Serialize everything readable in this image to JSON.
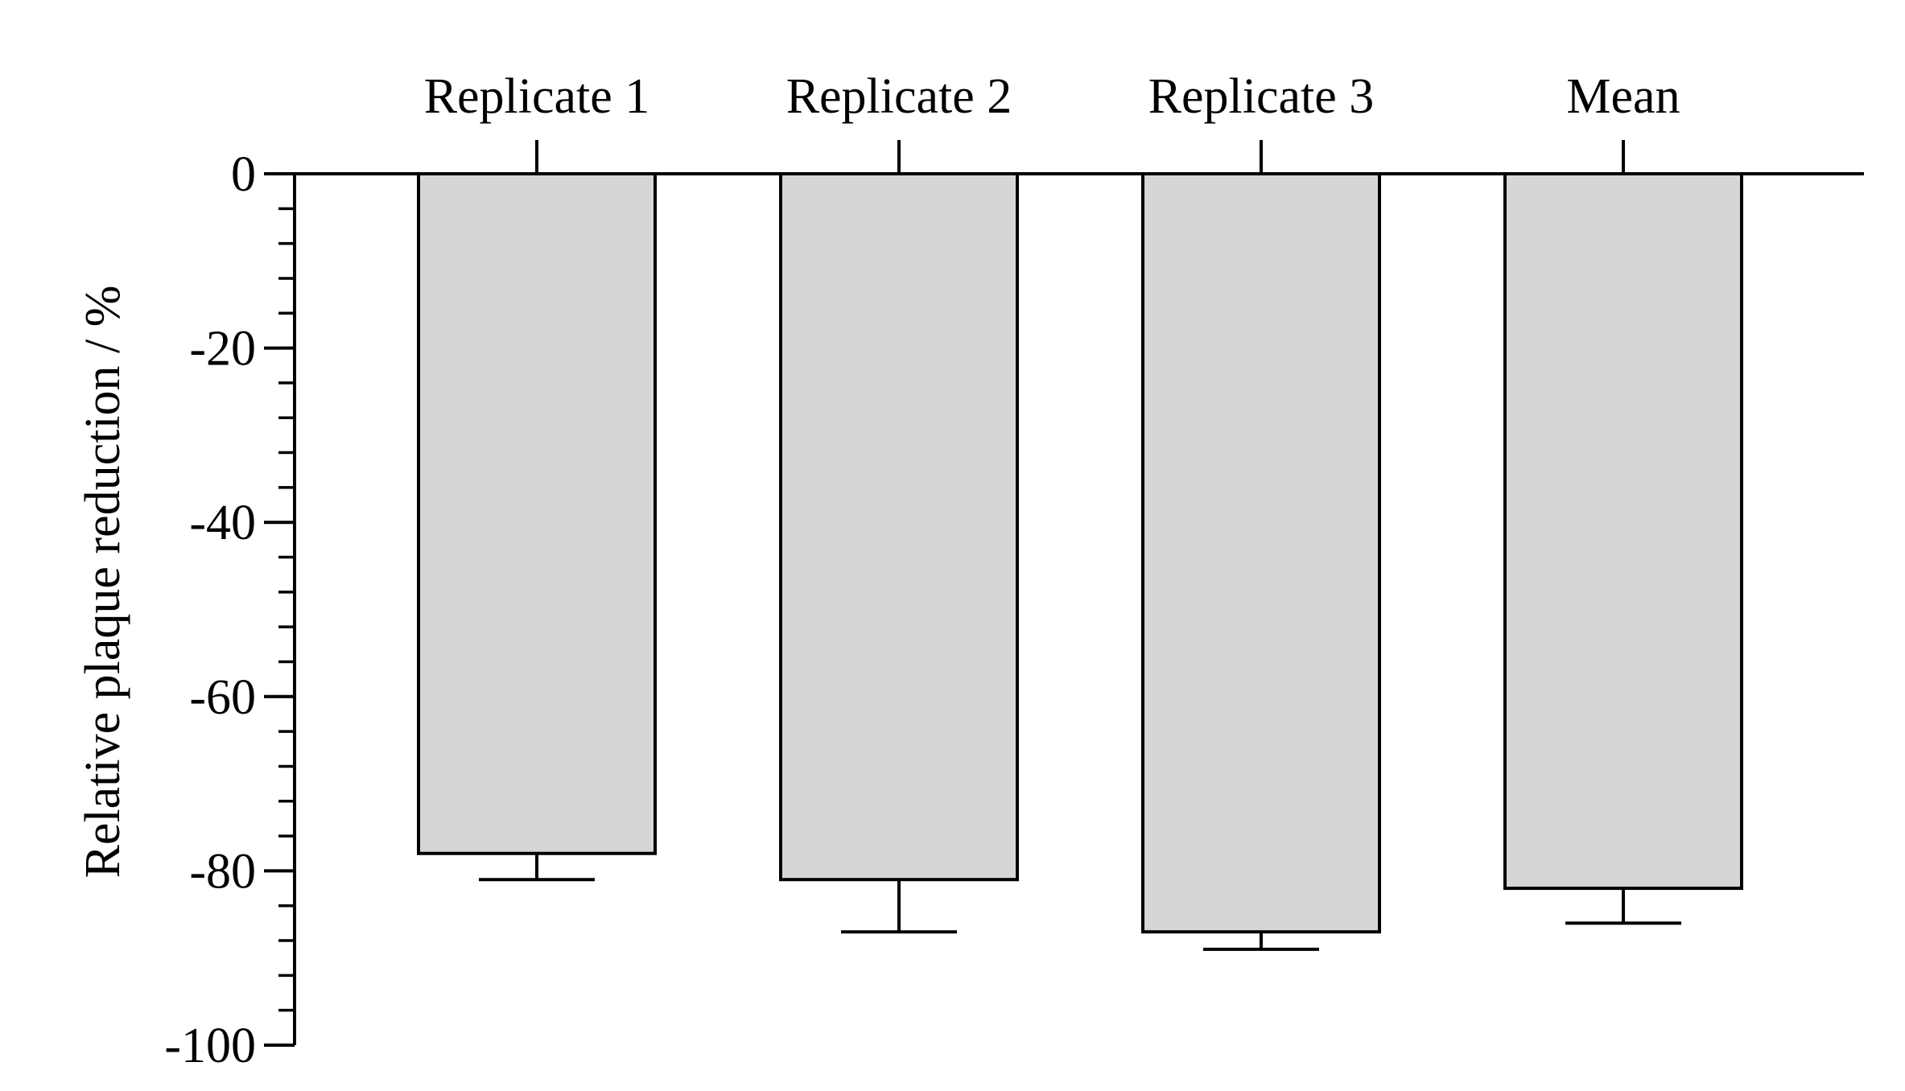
{
  "chart_data": {
    "type": "bar",
    "title": "",
    "xlabel": "",
    "ylabel": "Relative plaque reduction / %",
    "categories": [
      "Replicate 1",
      "Replicate 2",
      "Replicate 3",
      "Mean"
    ],
    "series": [
      {
        "values": [
          -78,
          -81,
          -87,
          -82
        ],
        "error_minus": [
          3,
          6,
          2,
          4
        ]
      }
    ],
    "ylim": [
      -100,
      0
    ],
    "yticks": [
      0,
      -20,
      -40,
      -60,
      -80,
      -100
    ],
    "ytick_labels": [
      "0",
      "-20",
      "-40",
      "-60",
      "-80",
      "-100"
    ],
    "y_minor_step": 4,
    "category_axis_position": "top",
    "grid": false,
    "legend": "none",
    "colors": {
      "bar_fill": "#d6d6d6",
      "stroke": "#000000",
      "background": "#ffffff"
    }
  }
}
